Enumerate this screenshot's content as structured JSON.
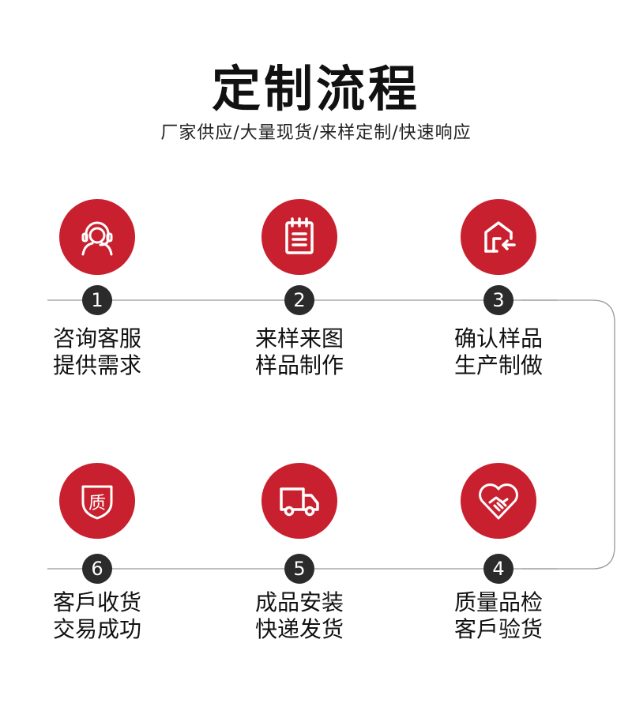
{
  "title": "定制流程",
  "subtitle": "厂家供应/大量现货/来样定制/快速响应",
  "colors": {
    "accent": "#c8202e",
    "badge": "#2b2b2b",
    "line": "#999999"
  },
  "steps": [
    {
      "num": "1",
      "line1": "咨询客服",
      "line2": "提供需求",
      "icon": "headset-agent-icon"
    },
    {
      "num": "2",
      "line1": "来样来图",
      "line2": "样品制作",
      "icon": "notepad-icon"
    },
    {
      "num": "3",
      "line1": "确认样品",
      "line2": "生产制做",
      "icon": "house-return-icon"
    },
    {
      "num": "4",
      "line1": "质量品检",
      "line2": "客戶验货",
      "icon": "handshake-heart-icon"
    },
    {
      "num": "5",
      "line1": "成品安装",
      "line2": "快递发货",
      "icon": "delivery-truck-icon"
    },
    {
      "num": "6",
      "line1": "客戶收货",
      "line2": "交易成功",
      "icon": "quality-shield-icon"
    }
  ],
  "quality_glyph": "质"
}
